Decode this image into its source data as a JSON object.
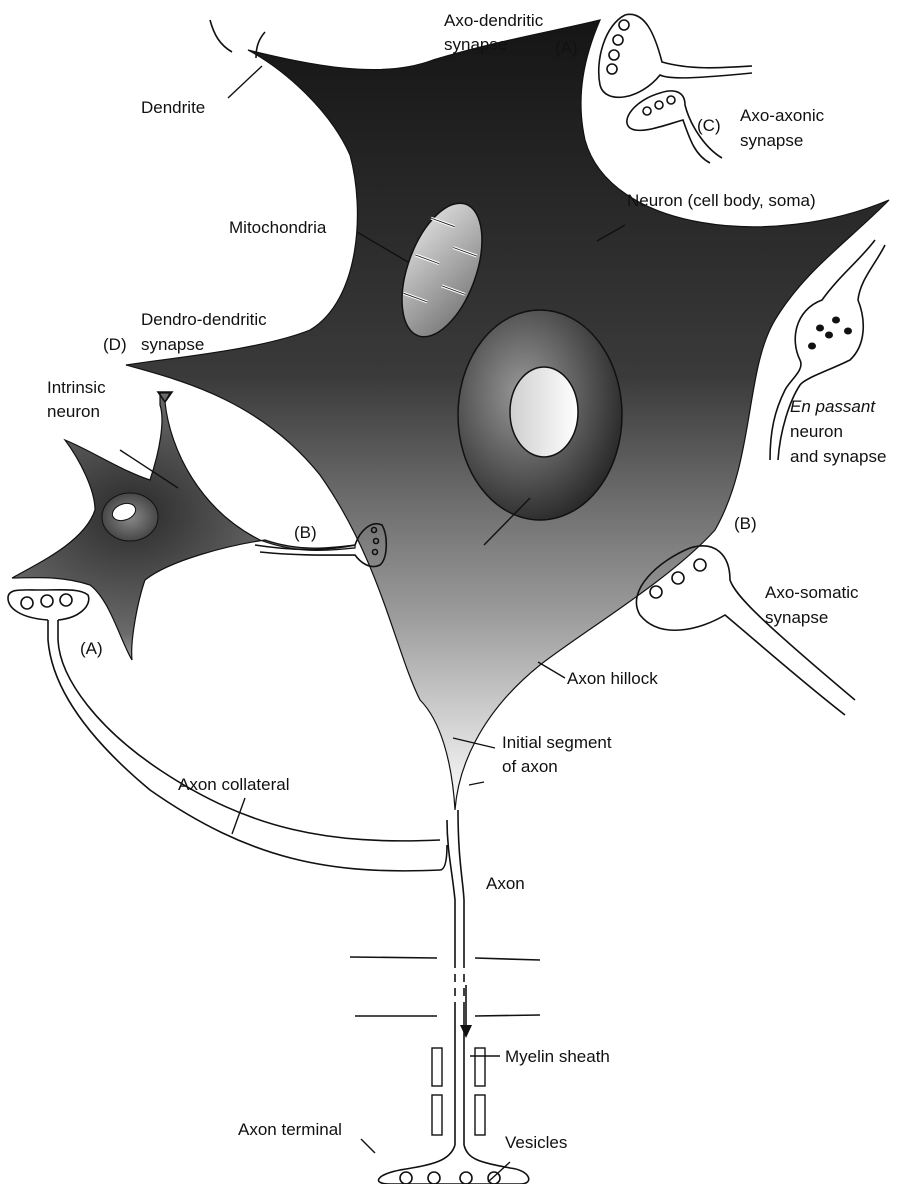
{
  "labels": {
    "axo_dendritic_1": "Axo-dendritic",
    "axo_dendritic_2": "synapse",
    "tag_a_top": "(A)",
    "dendrite": "Dendrite",
    "tag_c": "(C)",
    "axo_axonic_1": "Axo-axonic",
    "axo_axonic_2": "synapse",
    "neuron_soma": "Neuron (cell body, soma)",
    "mitochondria": "Mitochondria",
    "dendro_dendritic_1": "Dendro-dendritic",
    "dendro_dendritic_2": "synapse",
    "tag_d": "(D)",
    "intrinsic_1": "Intrinsic",
    "intrinsic_2": "neuron",
    "en_passant_italic": "En passant",
    "en_passant_2": "neuron",
    "en_passant_3": "and synapse",
    "tag_b_left": "(B)",
    "tag_b_right": "(B)",
    "axo_somatic_1": "Axo-somatic",
    "axo_somatic_2": "synapse",
    "tag_a_left": "(A)",
    "axon_hillock": "Axon hillock",
    "initial_segment_1": "Initial segment",
    "initial_segment_2": "of axon",
    "axon_collateral": "Axon collateral",
    "axon": "Axon",
    "myelin_sheath": "Myelin sheath",
    "axon_terminal": "Axon terminal",
    "vesicles": "Vesicles"
  },
  "colors": {
    "soma_dark": "#1a1a1a",
    "soma_light": "#ffffff",
    "ink": "#111111"
  }
}
